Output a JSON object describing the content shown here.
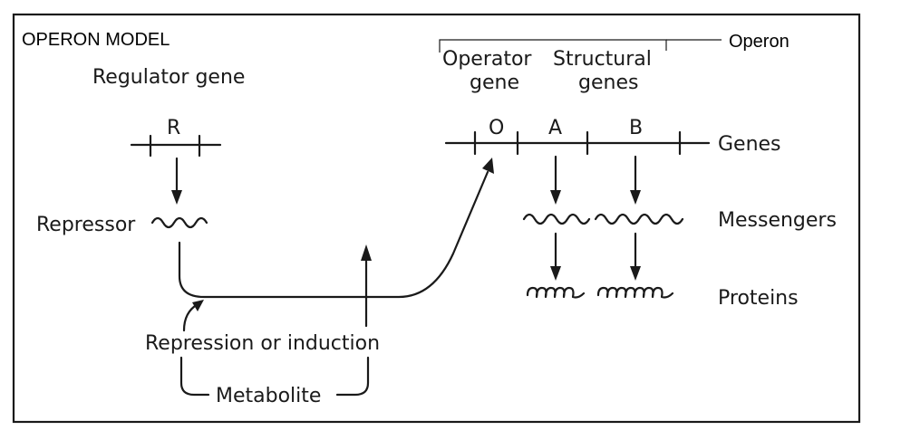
{
  "diagram": {
    "title": "OPERON MODEL",
    "operon_label": "Operon",
    "regulator_gene_label": "Regulator gene",
    "operator_label_line1": "Operator",
    "operator_label_line2": "gene",
    "structural_label_line1": "Structural",
    "structural_label_line2": "genes",
    "gene_r": "R",
    "gene_o": "O",
    "gene_a": "A",
    "gene_b": "B",
    "row_genes": "Genes",
    "row_messengers": "Messengers",
    "row_proteins": "Proteins",
    "repressor_label": "Repressor",
    "repression_induction_label": "Repression or induction",
    "metabolite_label": "Metabolite"
  }
}
